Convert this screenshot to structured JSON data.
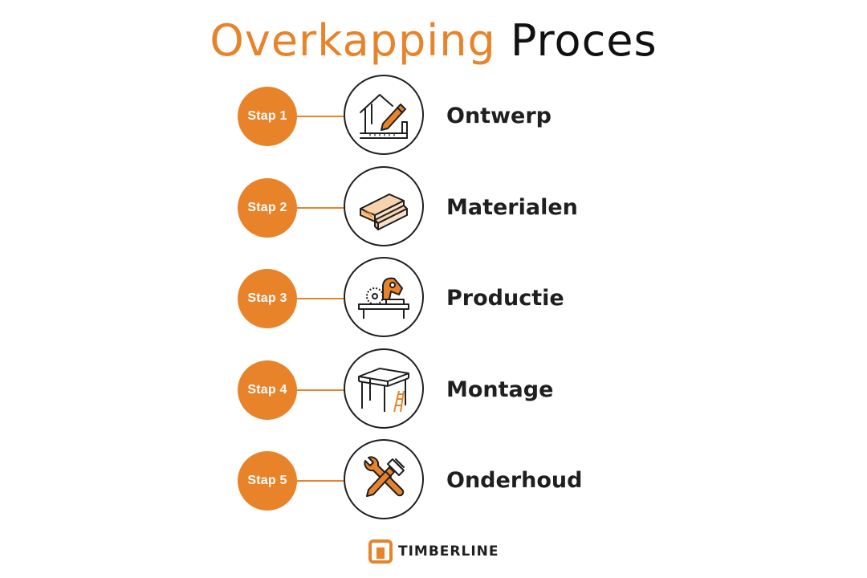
{
  "title": {
    "part1": "Overkapping",
    "part2": "Proces"
  },
  "colors": {
    "accent": "#e8832a",
    "text": "#1f1f1f"
  },
  "steps": [
    {
      "badge": "Stap 1",
      "label": "Ontwerp",
      "icon": "house-design-icon"
    },
    {
      "badge": "Stap 2",
      "label": "Materialen",
      "icon": "timber-planks-icon"
    },
    {
      "badge": "Stap 3",
      "label": "Productie",
      "icon": "circular-saw-icon"
    },
    {
      "badge": "Stap 4",
      "label": "Montage",
      "icon": "carport-structure-icon"
    },
    {
      "badge": "Stap 5",
      "label": "Onderhoud",
      "icon": "wrench-brush-icon"
    }
  ],
  "logo": {
    "text": "TIMBERLINE"
  }
}
